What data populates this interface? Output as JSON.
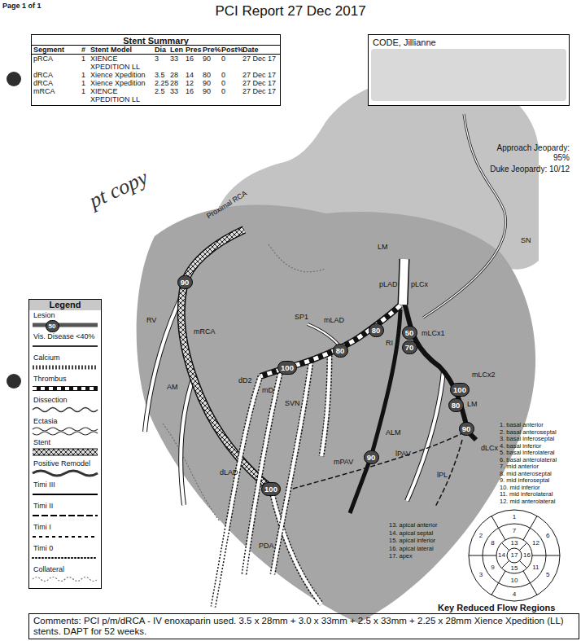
{
  "diagram": {
    "title": "PCI Report 27 Dec 2017",
    "nodes": [
      {
        "text": [
          "Stent Summary"
        ]
      },
      {
        "text": [
          "CODE, Jillianne"
        ]
      },
      {
        "text": [
          "90"
        ]
      },
      {
        "text": [
          "80"
        ]
      },
      {
        "text": [
          "50"
        ]
      },
      {
        "text": [
          "70"
        ]
      },
      {
        "text": [
          "80"
        ]
      },
      {
        "text": [
          "100"
        ]
      },
      {
        "text": [
          "100"
        ]
      },
      {
        "text": [
          "80"
        ]
      },
      {
        "text": [
          "90"
        ]
      },
      {
        "text": [
          "90"
        ]
      },
      {
        "text": [
          "100"
        ]
      },
      {
        "text": [
          "Legend"
        ]
      },
      {
        "text": [
          "50"
        ],
        "in": 13
      },
      {
        "text": [
          "Comments: PCI p/m/dRCA - IV enoxaparin used. 3.5 x 28mm + 3.0 x 33mm + 2.5 x 33mm + 2.25 x 28mm Xience Xpedition (LL) stents. DAPT for 52 weeks."
        ]
      }
    ],
    "labels": [
      "Page 1 of 1",
      "Segment",
      "#",
      "Stent Model",
      "Dia",
      "Len",
      "Pres",
      "Pre%",
      "Post%",
      "Date",
      "pRCA",
      "1",
      "XIENCE XPEDITION LL",
      "3",
      "33",
      "16",
      "90",
      "0",
      "27 Dec 17",
      "dRCA",
      "1",
      "Xience Xpedition",
      "3.5",
      "28",
      "14",
      "80",
      "0",
      "27 Dec 17",
      "dRCA",
      "1",
      "Xience Xpedition",
      "2.25",
      "28",
      "12",
      "90",
      "0",
      "27 Dec 17",
      "mRCA",
      "1",
      "XIENCE XPEDITION LL",
      "2.5",
      "33",
      "16",
      "90",
      "0",
      "27 Dec 17",
      "Approach Jeopardy: 95%",
      "Duke Jeopardy: 10/12",
      "pt copy",
      "Proximal RCA",
      "LM",
      "pLAD",
      "pLCx",
      "SN",
      "SP1",
      "mLAD",
      "RI",
      "mLCx1",
      "mLCx2",
      "RV",
      "mRCA",
      "dD2",
      "mD",
      "SVN",
      "ALM",
      "mPAV",
      "lPAV",
      "lPL",
      "dLCx",
      "AM",
      "dLAD",
      "PDA",
      "LM",
      "1. basal anterior",
      "2. basal anteroseptal",
      "3. basal inferoseptal",
      "4. basal inferior",
      "5. basal inferolateral",
      "6. basal anterolateral",
      "7. mid anterior",
      "8. mid anteroseptal",
      "9. mid inferoseptal",
      "10. mid inferior",
      "11. mid inferolateral",
      "12. mid anterolateral",
      "13. apical anterior",
      "14. apical septal",
      "15. apical inferior",
      "16. apical lateral",
      "17. apex",
      "1",
      "2",
      "3",
      "4",
      "5",
      "6",
      "7",
      "8",
      "9",
      "10",
      "11",
      "12",
      "13",
      "14",
      "15",
      "16",
      "17",
      "Key Reduced Flow Regions"
    ],
    "legend": [
      {
        "text": "Lesion"
      },
      {
        "text": "Vis. Disease <40%"
      },
      {
        "text": "Calcium"
      },
      {
        "text": "Thrombus"
      },
      {
        "text": "Dissection"
      },
      {
        "text": "Ectasia"
      },
      {
        "text": "Stent"
      },
      {
        "text": "Positive Remodel"
      },
      {
        "text": "Timi III"
      },
      {
        "text": "Timi II"
      },
      {
        "text": "Timi I"
      },
      {
        "text": "Timi 0"
      },
      {
        "text": "Collateral"
      }
    ]
  }
}
